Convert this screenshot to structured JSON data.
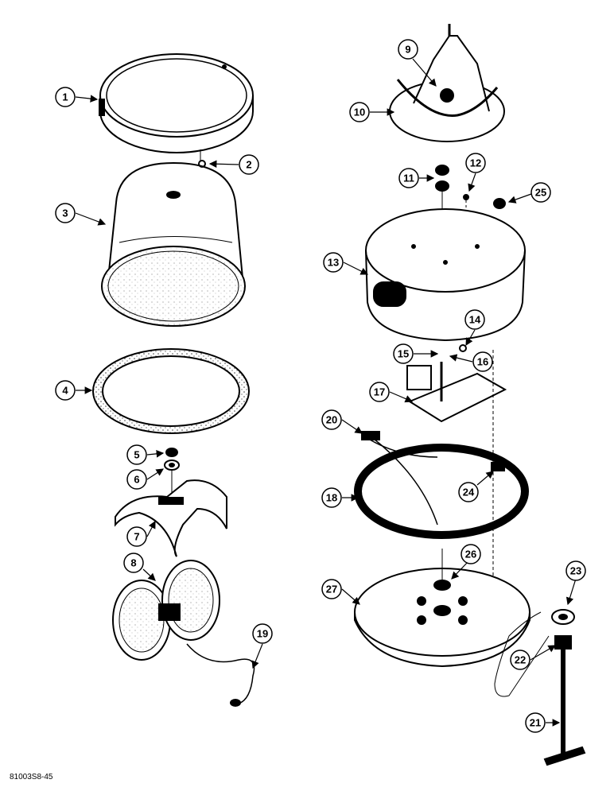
{
  "figure_code": "81003S8-45",
  "parts": [
    {
      "number": "1"
    },
    {
      "number": "2"
    },
    {
      "number": "3"
    },
    {
      "number": "4"
    },
    {
      "number": "5"
    },
    {
      "number": "6"
    },
    {
      "number": "7"
    },
    {
      "number": "8"
    },
    {
      "number": "9"
    },
    {
      "number": "10"
    },
    {
      "number": "11"
    },
    {
      "number": "12"
    },
    {
      "number": "13"
    },
    {
      "number": "14"
    },
    {
      "number": "15"
    },
    {
      "number": "16"
    },
    {
      "number": "17"
    },
    {
      "number": "18"
    },
    {
      "number": "19"
    },
    {
      "number": "20"
    },
    {
      "number": "21"
    },
    {
      "number": "22"
    },
    {
      "number": "23"
    },
    {
      "number": "24"
    },
    {
      "number": "25"
    },
    {
      "number": "26"
    },
    {
      "number": "27"
    }
  ]
}
